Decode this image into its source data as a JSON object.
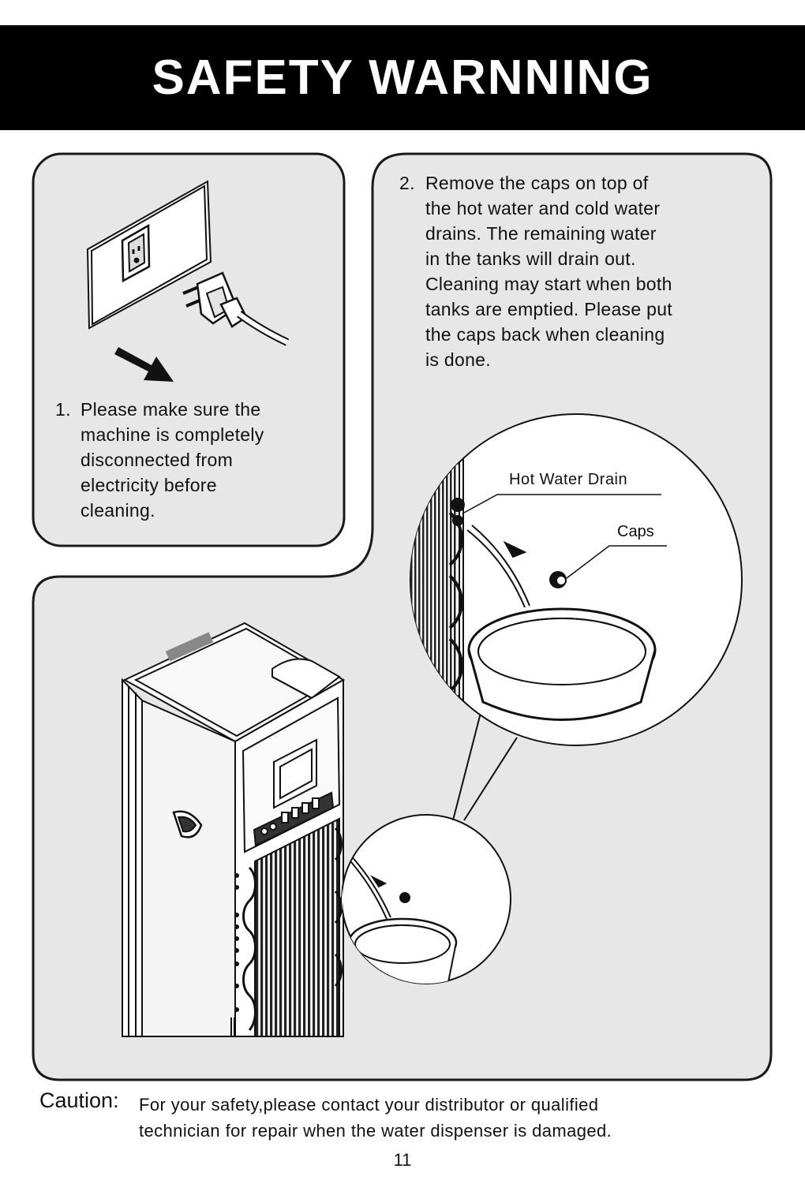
{
  "title": "SAFETY WARNNING",
  "step1": {
    "number": "1.",
    "text": "Please make sure the\nmachine is completely\ndisconnected from\nelectricity before\ncleaning."
  },
  "step2": {
    "number": "2.",
    "text": "Remove the caps on top of\nthe hot water and cold water\ndrains. The remaining water\nin the tanks will drain out.\nCleaning may start when both\ntanks are emptied. Please put\nthe caps back when cleaning\nis done."
  },
  "labels": {
    "hot_water_drain": "Hot Water Drain",
    "caps": "Caps"
  },
  "caution": {
    "word": "Caution:",
    "text": "For your safety,please contact your distributor or qualified\ntechnician for repair when the water dispenser is damaged."
  },
  "page_number": "11",
  "colors": {
    "panel_fill": "#e7e7e7",
    "banner": "#000000",
    "banner_text": "#ffffff"
  },
  "illustrations": [
    "unplug-icon",
    "water-dispenser-illustration",
    "drain-detail-magnifier"
  ]
}
